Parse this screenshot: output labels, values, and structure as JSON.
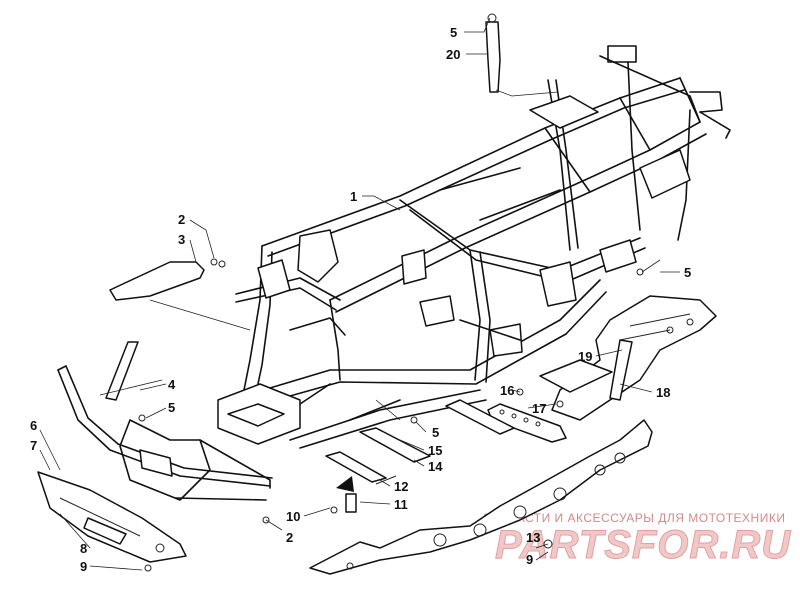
{
  "callouts": [
    {
      "id": "c1",
      "text": "1"
    },
    {
      "id": "c2a",
      "text": "2"
    },
    {
      "id": "c3",
      "text": "3"
    },
    {
      "id": "c4",
      "text": "4"
    },
    {
      "id": "c5a",
      "text": "5"
    },
    {
      "id": "c5b",
      "text": "5"
    },
    {
      "id": "c5c",
      "text": "5"
    },
    {
      "id": "c5d",
      "text": "5"
    },
    {
      "id": "c20",
      "text": "20"
    },
    {
      "id": "c6",
      "text": "6"
    },
    {
      "id": "c7",
      "text": "7"
    },
    {
      "id": "c8",
      "text": "8"
    },
    {
      "id": "c9a",
      "text": "9"
    },
    {
      "id": "c9b",
      "text": "9"
    },
    {
      "id": "c10",
      "text": "10"
    },
    {
      "id": "c11",
      "text": "11"
    },
    {
      "id": "c12",
      "text": "12"
    },
    {
      "id": "c13",
      "text": "13"
    },
    {
      "id": "c14",
      "text": "14"
    },
    {
      "id": "c15",
      "text": "15"
    },
    {
      "id": "c16",
      "text": "16"
    },
    {
      "id": "c17",
      "text": "17"
    },
    {
      "id": "c18",
      "text": "18"
    },
    {
      "id": "c19",
      "text": "19"
    },
    {
      "id": "c2b",
      "text": "2"
    }
  ],
  "watermark": {
    "tagline": "ЗАПЧАСТИ И АКСЕССУАРЫ ДЛЯ МОТОТЕХНИКИ",
    "logo": "PARTSFOR.RU",
    "color": "#d28a8a"
  }
}
